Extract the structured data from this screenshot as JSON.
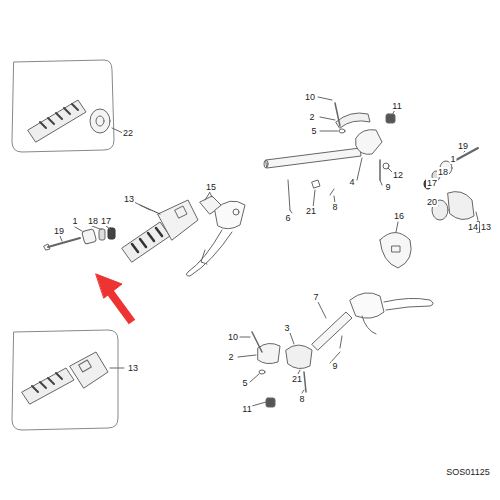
{
  "diagram": {
    "labels": [
      "22",
      "10",
      "11",
      "2",
      "5",
      "19",
      "1",
      "12",
      "18",
      "4",
      "9",
      "17",
      "15",
      "13",
      "8",
      "20",
      "21",
      "6",
      "1",
      "18",
      "17",
      "19",
      "16",
      "14",
      "13",
      "7",
      "3",
      "10",
      "2",
      "9",
      "21",
      "5",
      "8",
      "11",
      "13",
      "SOS01125"
    ]
  }
}
